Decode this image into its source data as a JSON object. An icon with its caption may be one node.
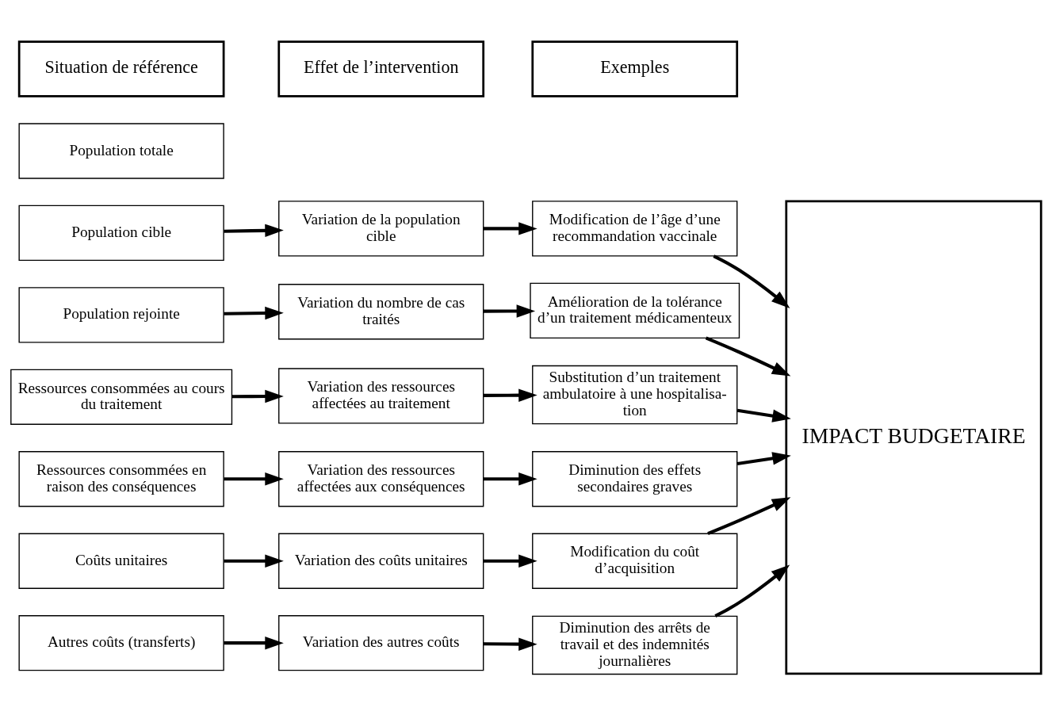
{
  "diagram": {
    "nodes": [
      {
        "text": [
          "Situation de référence"
        ]
      },
      {
        "text": [
          "Effet de l’intervention"
        ]
      },
      {
        "text": [
          "Exemples"
        ]
      },
      {
        "text": [
          "Population totale"
        ]
      },
      {
        "text": [
          "Population cible"
        ]
      },
      {
        "text": [
          "Variation de la population cible"
        ]
      },
      {
        "text": [
          "Modification de l’âge d’une recommandation vaccinale"
        ]
      },
      {
        "text": [
          "Population rejointe"
        ]
      },
      {
        "text": [
          "Variation du nombre de cas traités"
        ]
      },
      {
        "text": [
          "Amélioration de la tolérance d’un traitement médicamenteux"
        ]
      },
      {
        "text": [
          "Ressources consommées au cours du traitement"
        ]
      },
      {
        "text": [
          "Variation des ressources affectées au traitement"
        ]
      },
      {
        "text": [
          "Substitution d’un traitement ambulatoire à une hospitalisa-tion"
        ]
      },
      {
        "text": [
          "Ressources consommées en raison des conséquences"
        ]
      },
      {
        "text": [
          "Variation des ressources affectées aux conséquences"
        ]
      },
      {
        "text": [
          "Diminution des effets secondaires graves"
        ]
      },
      {
        "text": [
          "Coûts unitaires"
        ]
      },
      {
        "text": [
          "Variation des coûts unitaires"
        ]
      },
      {
        "text": [
          "Modification du coût d’acquisition"
        ]
      },
      {
        "text": [
          "Autres coûts (transferts)"
        ]
      },
      {
        "text": [
          "Variation des autres coûts"
        ]
      },
      {
        "text": [
          "Diminution des arrêts de travail et des indemnités journalières"
        ]
      },
      {
        "text": [
          "IMPACT BUDGETAIRE"
        ]
      }
    ],
    "edges": [
      {
        "from": 4,
        "to": 5,
        "arrow": "to"
      },
      {
        "from": 5,
        "to": 6,
        "arrow": "to"
      },
      {
        "from": 6,
        "to": 22,
        "arrow": "to"
      },
      {
        "from": 7,
        "to": 8,
        "arrow": "to"
      },
      {
        "from": 8,
        "to": 9,
        "arrow": "to"
      },
      {
        "from": 9,
        "to": 22,
        "arrow": "to"
      },
      {
        "from": 10,
        "to": 11,
        "arrow": "to"
      },
      {
        "from": 11,
        "to": 12,
        "arrow": "to"
      },
      {
        "from": 12,
        "to": 22,
        "arrow": "to"
      },
      {
        "from": 13,
        "to": 14,
        "arrow": "to"
      },
      {
        "from": 14,
        "to": 15,
        "arrow": "to"
      },
      {
        "from": 15,
        "to": 22,
        "arrow": "to"
      },
      {
        "from": 16,
        "to": 17,
        "arrow": "to"
      },
      {
        "from": 17,
        "to": 18,
        "arrow": "to"
      },
      {
        "from": 18,
        "to": 22,
        "arrow": "to"
      },
      {
        "from": 19,
        "to": 20,
        "arrow": "to"
      },
      {
        "from": 20,
        "to": 21,
        "arrow": "to"
      },
      {
        "from": 21,
        "to": 22,
        "arrow": "to"
      }
    ]
  }
}
